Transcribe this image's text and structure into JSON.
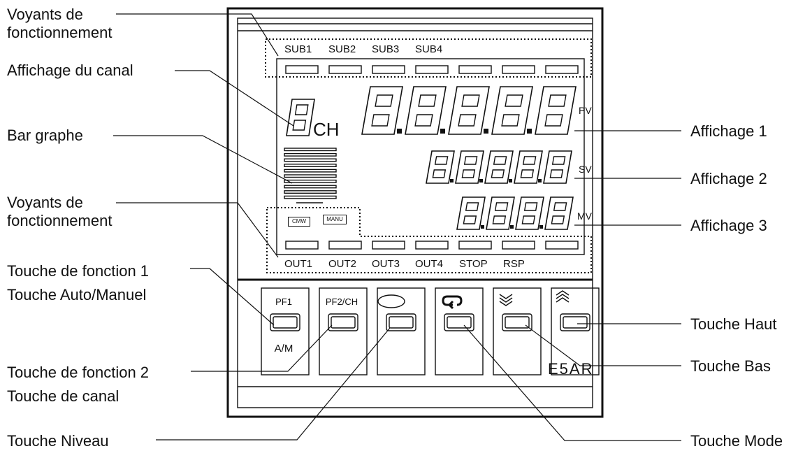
{
  "labels": {
    "op_indicators_top": [
      "Voyants de",
      "fonctionnement"
    ],
    "channel_display": "Affichage du canal",
    "bar_graph": "Bar graphe",
    "op_indicators_bottom": [
      "Voyants de",
      "fonctionnement"
    ],
    "function_key_1": [
      "Touche de fonction 1",
      "Touche Auto/Manuel"
    ],
    "function_key_2": [
      "Touche de fonction 2",
      "Touche de canal"
    ],
    "level_key": "Touche Niveau",
    "display_1": "Affichage 1",
    "display_2": "Affichage 2",
    "display_3": "Affichage 3",
    "up_key": "Touche Haut",
    "down_key": "Touche Bas",
    "mode_key": "Touche Mode"
  },
  "panel": {
    "sub_labels": [
      "SUB1",
      "SUB2",
      "SUB3",
      "SUB4"
    ],
    "out_labels": [
      "OUT1",
      "OUT2",
      "OUT3",
      "OUT4",
      "STOP",
      "RSP"
    ],
    "ch_label": "CH",
    "pv_label": "PV",
    "sv_label": "SV",
    "mv_label": "MV",
    "cmw_label": "CMW",
    "manu_label": "MANU",
    "pf1_label": "PF1",
    "pf2_label": "PF2/CH",
    "am_label": "A/M",
    "model": "E5AR"
  },
  "icons": {
    "level_key": "ellipse-icon",
    "mode_key": "cycle-arrow-icon",
    "down_key": "double-chevron-down-icon",
    "up_key": "double-chevron-up-icon"
  }
}
